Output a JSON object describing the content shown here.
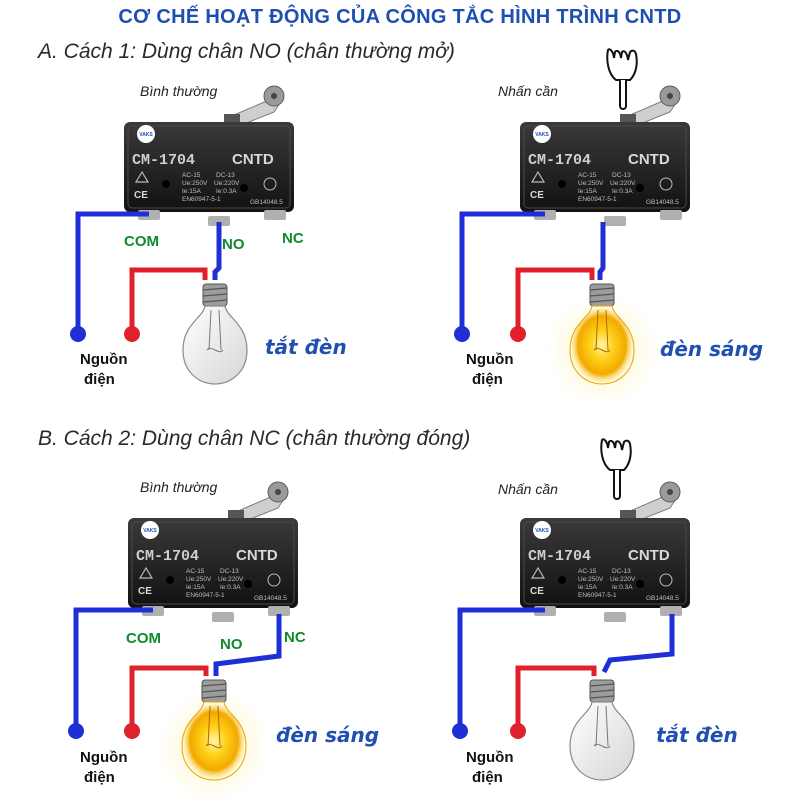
{
  "title": "CƠ CHẾ HOẠT ĐỘNG CỦA CÔNG TẮC HÌNH TRÌNH CNTD",
  "section_a": "A. Cách 1: Dùng chân NO (chân thường mở)",
  "section_b": "B. Cách 2: Dùng chân NC (chân thường đóng)",
  "state_normal": "Bình thường",
  "state_pressed": "Nhấn cần",
  "pins": {
    "com": "COM",
    "no": "NO",
    "nc": "NC"
  },
  "source_line1": "Nguồn",
  "source_line2": "điện",
  "lamp_off": "tắt đèn",
  "lamp_on": "đèn sáng",
  "switch": {
    "model": "CM-1704",
    "brand": "CNTD",
    "logo": "VAKS",
    "spec_ac": "AC-15",
    "spec_dc": "DC-13",
    "spec_ue_ac": "Ue:250V",
    "spec_ue_dc": "Ue:220V",
    "spec_ie_ac": "Ie:15A",
    "spec_ie_dc": "Ie:0.3A",
    "standard": "EN60947-5-1",
    "gb": "GB14048.5"
  },
  "colors": {
    "title": "#1f4fb0",
    "pin_label": "#0f8a2c",
    "wire_blue": "#1f2fd6",
    "wire_red": "#e0202a",
    "lamp_text": "#1f4fb0",
    "bulb_glow": "#ffc400"
  },
  "icons": [
    "hand-pointing-down-icon",
    "roller-lever-icon",
    "ce-mark-icon",
    "ccc-mark-icon",
    "warning-triangle-icon"
  ]
}
